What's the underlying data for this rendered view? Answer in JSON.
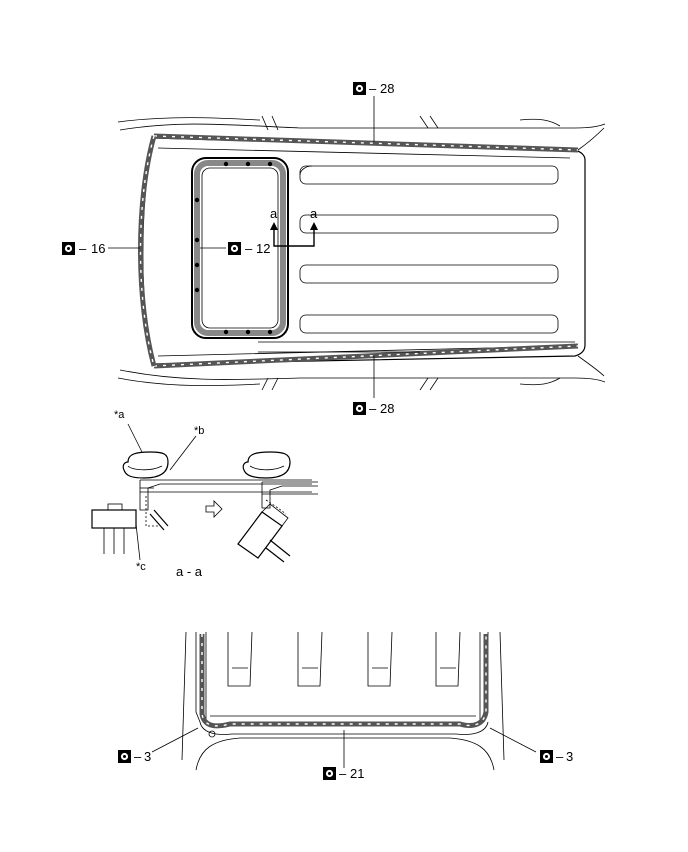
{
  "callouts": {
    "top_roof": "28",
    "bottom_roof": "28",
    "front": "16",
    "sunroof": "12",
    "rear_left": "3",
    "rear_right": "3",
    "rear_center": "21"
  },
  "section_marks": {
    "left": "a",
    "right": "a",
    "caption": "a - a"
  },
  "detail_labels": {
    "a": "*a",
    "b": "*b",
    "c": "*c"
  },
  "icons": {
    "callout": "sealant-point-icon",
    "arrow": "outline-right-arrow-icon"
  }
}
